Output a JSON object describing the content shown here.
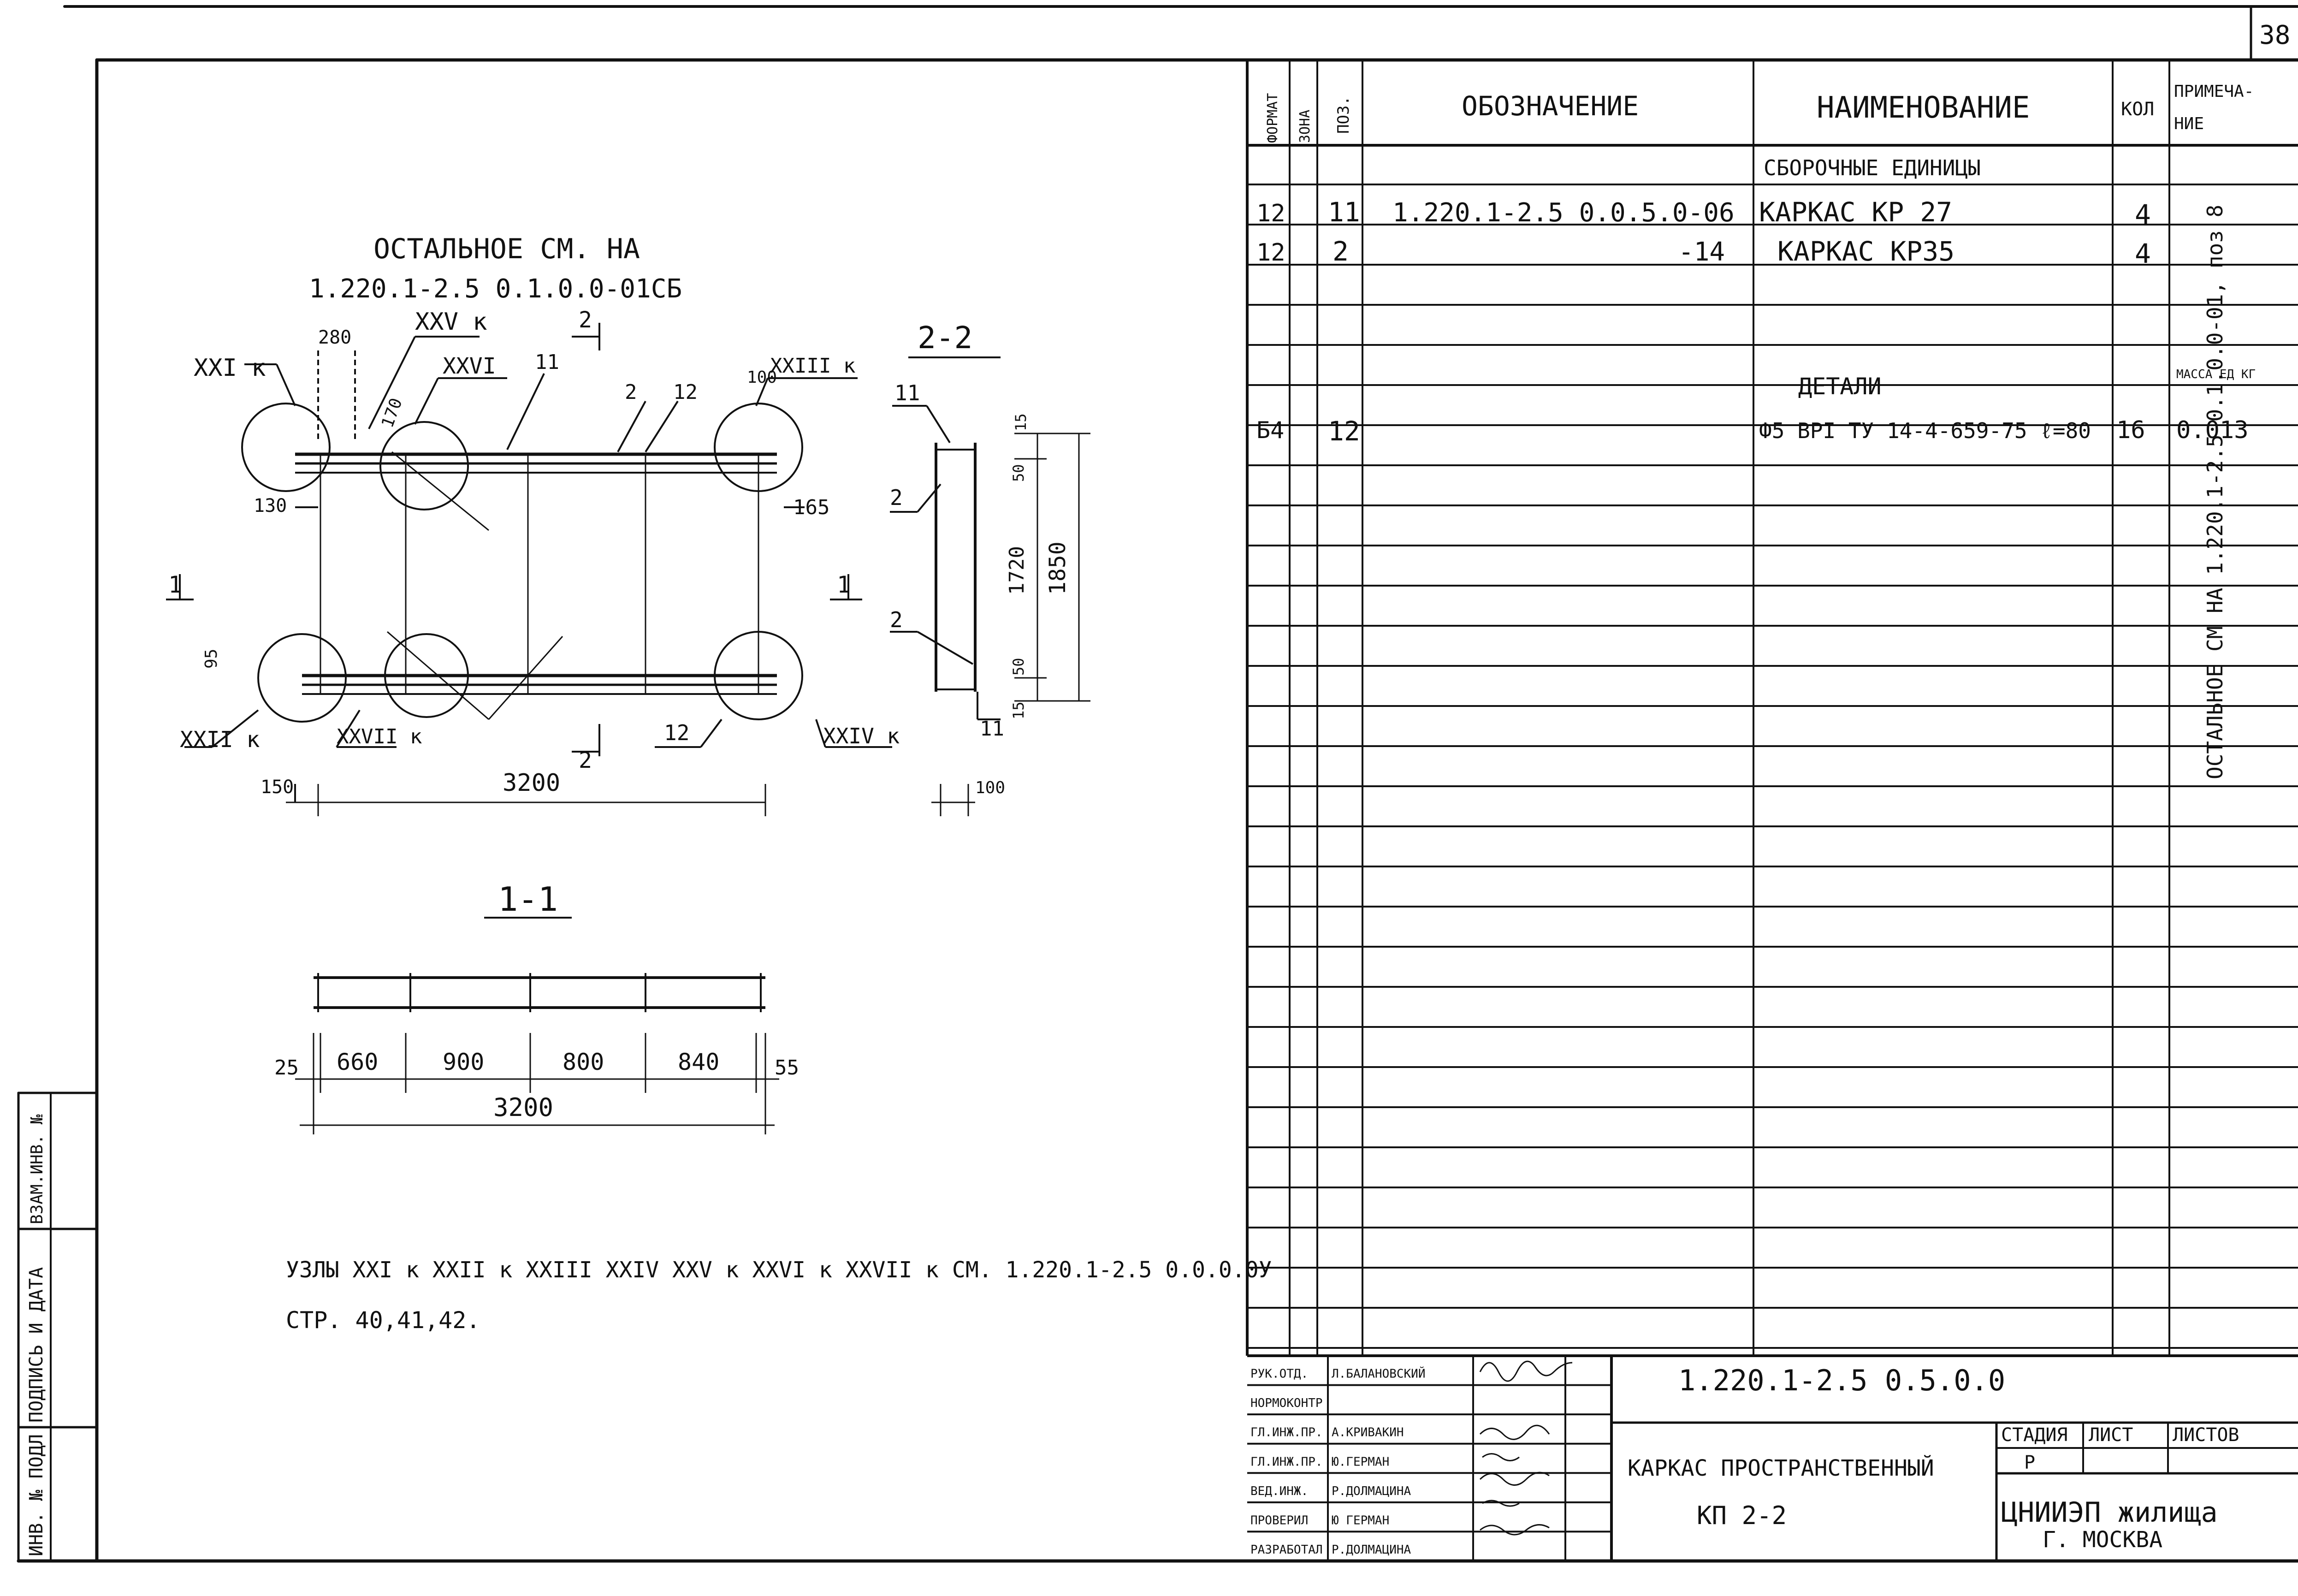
{
  "sheet": {
    "number": "38"
  },
  "table": {
    "headers": {
      "format": "ФОРМАТ",
      "zone": "ЗОНА",
      "pos": "ПОЗ.",
      "designation": "ОБОЗНАЧЕНИЕ",
      "name": "НАИМЕНОВАНИЕ",
      "qty": "КОЛ",
      "note": "ПРИМЕЧА-НИЕ"
    },
    "section_assemblies": "СБОРОЧНЫЕ ЕДИНИЦЫ",
    "section_details": "ДЕТАЛИ",
    "mass_header": "МАССА ЕД КГ",
    "rows": [
      {
        "format": "12",
        "pos": "11",
        "designation": "1.220.1-2.5 0.0.5.0-06",
        "name": "КАРКАС КР 27",
        "qty": "4",
        "note": ""
      },
      {
        "format": "12",
        "pos": "2",
        "designation": "-14",
        "name": "КАРКАС КР35",
        "qty": "4",
        "note": ""
      },
      {
        "format": "Б4",
        "pos": "12",
        "designation": "",
        "name": "Ф5 ВРI ТУ 14-4-659-75 ℓ=80",
        "qty": "16",
        "note": "0.013"
      }
    ],
    "vertical_note": "ОСТАЛЬНОЕ СМ НА 1.220.1-2.5-0.1.0.0-01, поз 8"
  },
  "drawing": {
    "note_top_1": "ОСТАЛЬНОЕ СМ. НА",
    "note_top_2": "1.220.1-2.5 0.1.0.0-01СБ",
    "section_1_1": "1-1",
    "section_2_2": "2-2",
    "nodes_note_1": "УЗЛЫ XXI к XXII к XXIII XXIV XXV к XXVI к XXVII к СМ. 1.220.1-2.5 0.0.0.0У",
    "nodes_note_2": "СТР. 40,41,42.",
    "labels": {
      "n_xxi": "XXI к",
      "n_xxv": "XXV к",
      "n_xxvi": "XXVI",
      "n_xxiii": "XXIII к",
      "n_xxii": "XXII к",
      "n_xxvii": "XXVII к",
      "n_xxiv": "XXIV к",
      "d280": "280",
      "d170": "170",
      "d130": "130",
      "d165": "165",
      "d100a": "100",
      "d95": "95",
      "d150": "150",
      "d3200a": "3200",
      "p2a": "2",
      "p11a": "11",
      "p2b": "2",
      "p12a": "12",
      "p12b": "12",
      "cut2a": "2",
      "cut2b": "2",
      "cut1a": "1",
      "cut1b": "1",
      "s22_11a": "11",
      "s22_2a": "2",
      "s22_2b": "2",
      "s22_11b": "11",
      "d15a": "15",
      "d50a": "50",
      "d1720": "1720",
      "d1850": "1850",
      "d50b": "50",
      "d15b": "15",
      "d100b": "100",
      "d25": "25",
      "d660": "660",
      "d900": "900",
      "d800": "800",
      "d840": "840",
      "d55": "55",
      "d3200b": "3200"
    }
  },
  "stamp": {
    "code": "1.220.1-2.5  0.5.0.0",
    "title_1": "КАРКАС ПРОСТРАНСТВЕННЫЙ",
    "title_2": "КП 2-2",
    "stage_label": "СТАДИЯ",
    "sheet_label": "ЛИСТ",
    "sheets_label": "ЛИСТОВ",
    "stage_value": "Р",
    "org_1": "ЦНИИЭП жилища",
    "org_2": "Г. МОСКВА",
    "people": [
      {
        "role": "РУК.ОТД.",
        "name": "Л.БАЛАНОВСКИЙ"
      },
      {
        "role": "НОРМОКОНТР",
        "name": ""
      },
      {
        "role": "ГЛ.ИНЖ.ПР.",
        "name": "А.КРИВАКИН"
      },
      {
        "role": "ГЛ.ИНЖ.ПР.",
        "name": "Ю.ГЕРМАН"
      },
      {
        "role": "ВЕД.ИНЖ.",
        "name": "Р.ДОЛМАЦИНА"
      },
      {
        "role": "ПРОВЕРИЛ",
        "name": "Ю ГЕРМАН"
      },
      {
        "role": "РАЗРАБОТАЛ",
        "name": "Р.ДОЛМАЦИНА"
      }
    ]
  },
  "left_strip": {
    "inv_orig": "ИНВ. № ПОДЛ",
    "sign_date": "ПОДПИСЬ И ДАТА",
    "inv_repl": "ВЗАМ.ИНВ. №"
  }
}
